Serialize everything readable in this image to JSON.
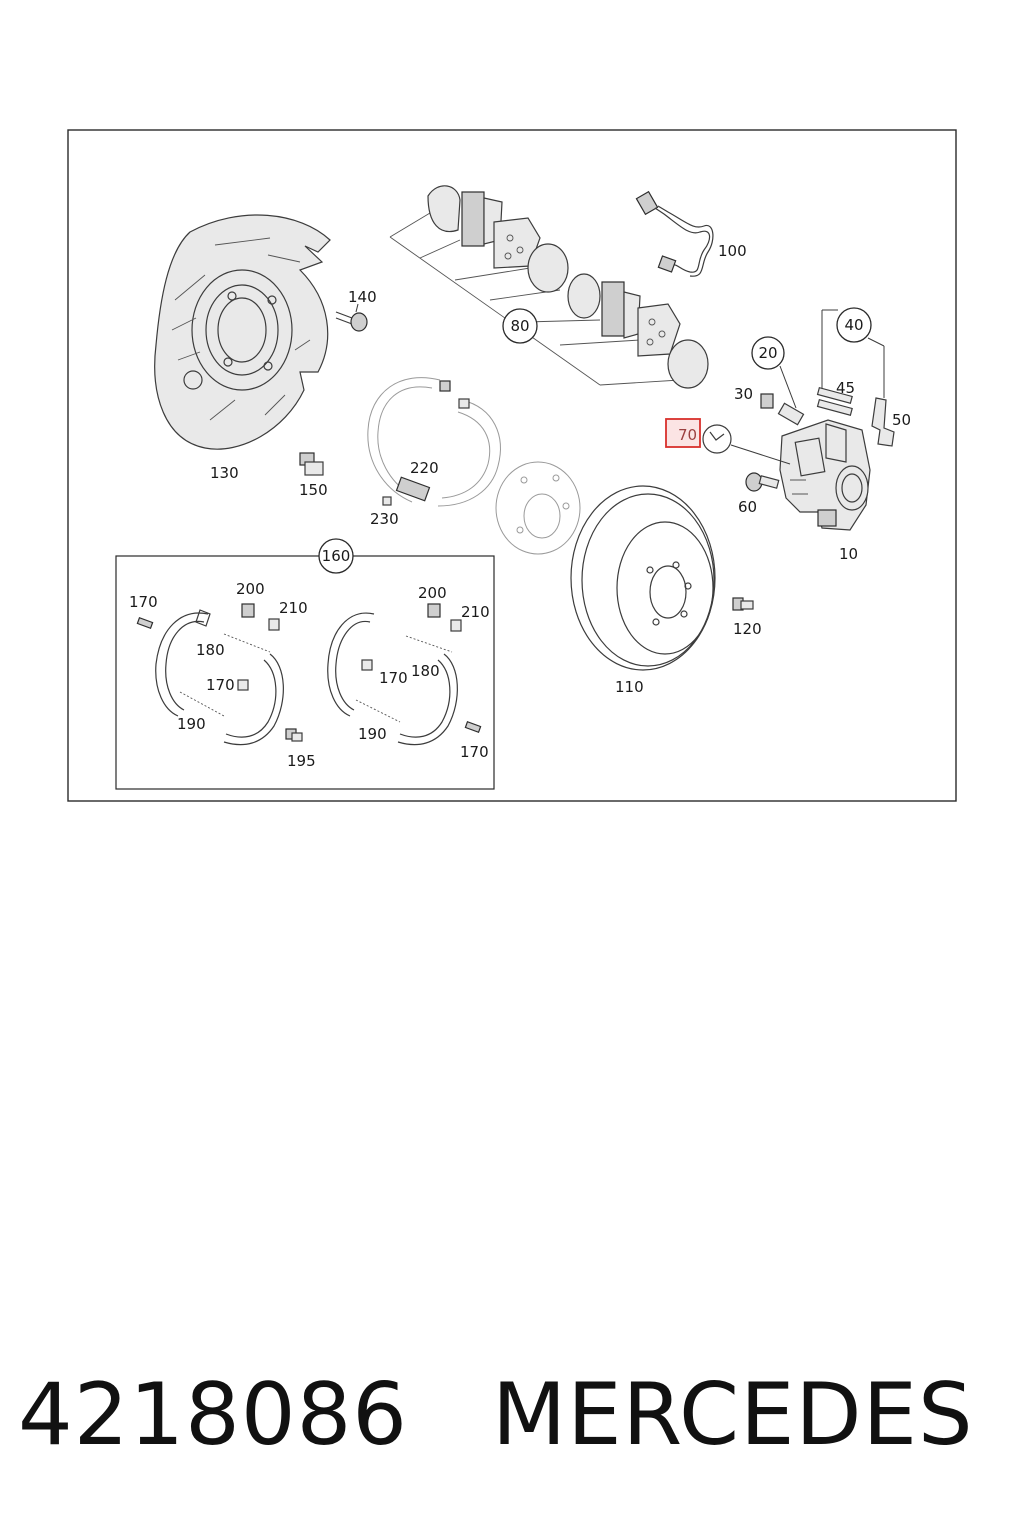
{
  "callouts": {
    "c10": "10",
    "c20": "20",
    "c30": "30",
    "c40": "40",
    "c45": "45",
    "c50": "50",
    "c60": "60",
    "c70": "70",
    "c80": "80",
    "c100": "100",
    "c110": "110",
    "c120": "120",
    "c130": "130",
    "c140": "140",
    "c150": "150",
    "c160": "160",
    "c170_a": "170",
    "c170_b": "170",
    "c170_c": "170",
    "c170_d": "170",
    "c180_a": "180",
    "c180_b": "180",
    "c190_a": "190",
    "c190_b": "190",
    "c195": "195",
    "c200_a": "200",
    "c200_b": "200",
    "c210_a": "210",
    "c210_b": "210",
    "c220": "220",
    "c230": "230"
  },
  "highlight": {
    "part": "70",
    "color": "#d9302c",
    "fill": "#fbe4e4"
  },
  "footer": {
    "part_number": "4218086",
    "brand": "MERCEDES"
  }
}
